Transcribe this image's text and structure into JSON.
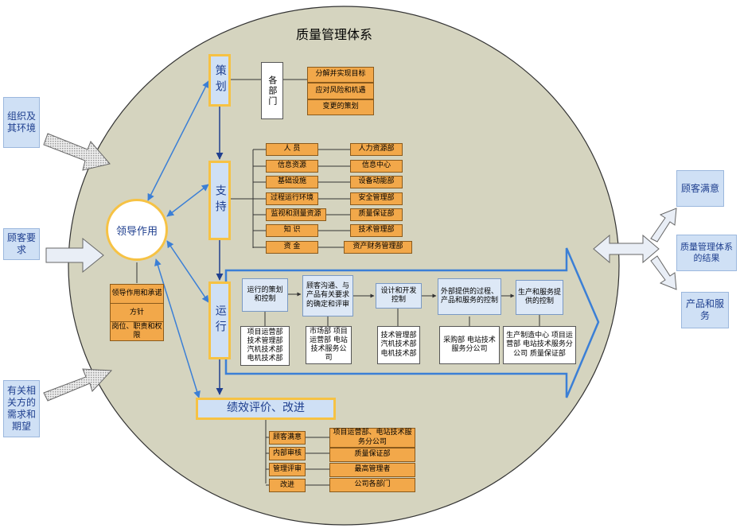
{
  "title": "质量管理体系",
  "inputs": {
    "org_env": "组织及其环境",
    "customer_req": "顾客要求",
    "stakeholder": "有关相关方的需求和期望"
  },
  "outputs": {
    "satisfaction": "顾客满意",
    "qms_result": "质量管理体系的结果",
    "products": "产品和服务"
  },
  "leadership": {
    "label": "领导作用",
    "items": [
      "领导作用和承诺",
      "方针",
      "岗位、职责和权限"
    ]
  },
  "planning": {
    "label": "策划",
    "dept": "各部门",
    "items": [
      "分解并实现目标",
      "应对风险和机遇",
      "变更的策划"
    ]
  },
  "support": {
    "label": "支持",
    "rows": [
      {
        "item": "人 员",
        "dept": "人力资源部"
      },
      {
        "item": "信息资源",
        "dept": "信息中心"
      },
      {
        "item": "基础设施",
        "dept": "设备动能部"
      },
      {
        "item": "过程运行环境",
        "dept": "安全管理部"
      },
      {
        "item": "监视和测量资源",
        "dept": "质量保证部"
      },
      {
        "item": "知 识",
        "dept": "技术管理部"
      },
      {
        "item": "资 金",
        "dept": "资产财务管理部"
      }
    ]
  },
  "operation": {
    "label": "运行",
    "steps": [
      {
        "name": "运行的策划和控制",
        "depts": "项目运营部 技术管理部 汽机技术部 电机技术部"
      },
      {
        "name": "顾客沟通、与产品有关要求的确定和评审",
        "depts": "市场部 项目运营部 电站技术服务公司"
      },
      {
        "name": "设计和开发控制",
        "depts": "技术管理部 汽机技术部 电机技术部"
      },
      {
        "name": "外部提供的过程、产品和服务的控制",
        "depts": "采购部 电站技术服务分公司"
      },
      {
        "name": "生产和服务提供的控制",
        "depts": "生产制造中心 项目运营部 电站技术服务分公司 质量保证部"
      }
    ]
  },
  "performance": {
    "label": "绩效评价、改进",
    "rows": [
      {
        "item": "顾客满意",
        "dept": "项目运营部、电站技术服务分公司"
      },
      {
        "item": "内部审核",
        "dept": "质量保证部"
      },
      {
        "item": "管理评审",
        "dept": "最高管理者"
      },
      {
        "item": "改进",
        "dept": "公司各部门"
      }
    ]
  },
  "colors": {
    "circle": "#d5d4bf",
    "accent_blue": "#3b7fd6",
    "orange": "#f2a84a",
    "gold_border": "#f6c244",
    "light_blue": "#cfe0f5"
  }
}
